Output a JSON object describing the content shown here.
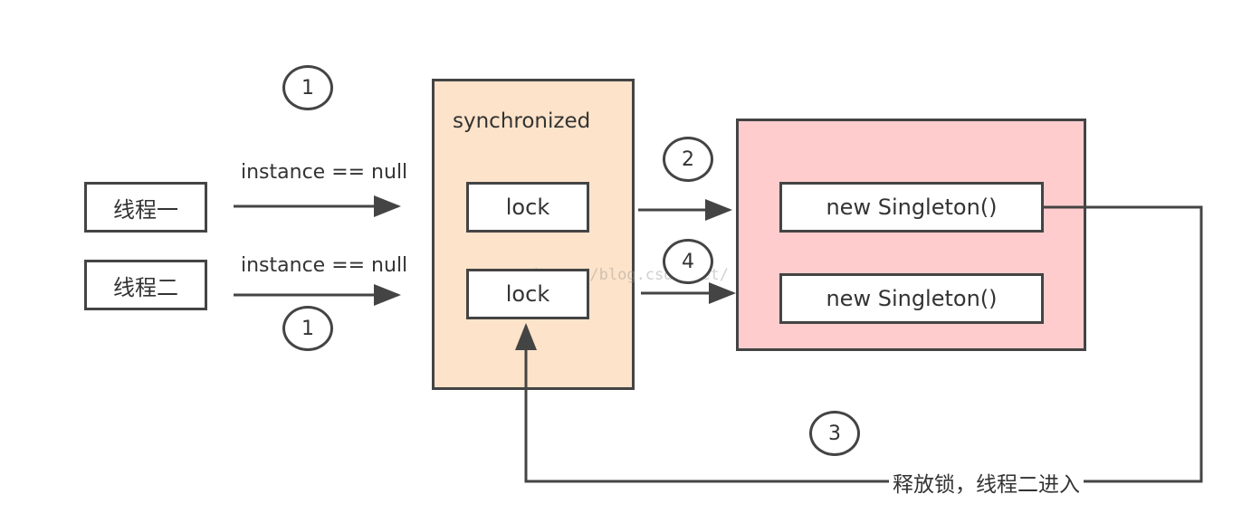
{
  "threads": {
    "thread1": "线程一",
    "thread2": "线程二"
  },
  "conditions": {
    "check1": "instance == null",
    "check2": "instance == null"
  },
  "sync_block": {
    "title": "synchronized",
    "lock1": "lock",
    "lock2": "lock"
  },
  "singleton_block": {
    "new1": "new Singleton()",
    "new2": "new Singleton()"
  },
  "steps": {
    "step1_top": "1",
    "step1_bottom": "1",
    "step2": "2",
    "step3": "3",
    "step4": "4"
  },
  "release_label": "释放锁，线程二进入",
  "watermark": "http://blog.csdn.net/",
  "colors": {
    "sync_fill": "#fde3c9",
    "singleton_fill": "#ffcccd",
    "stroke": "#444444"
  }
}
